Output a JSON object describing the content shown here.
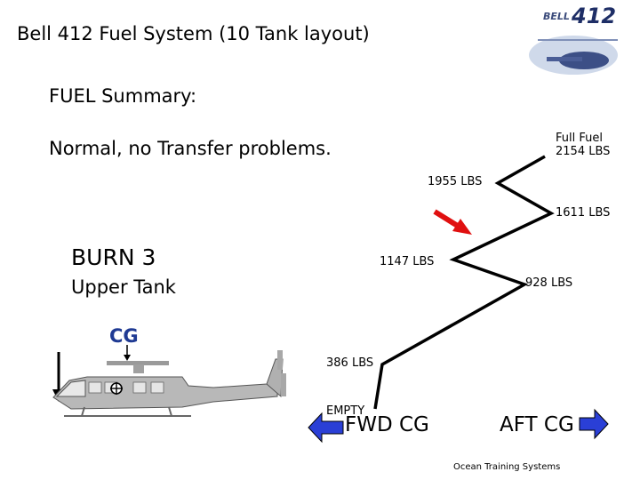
{
  "title": "Bell 412 Fuel System (10 Tank layout)",
  "summary_heading": "FUEL Summary:",
  "status_text": "Normal, no Transfer problems.",
  "fuel_points": {
    "full_line1": "Full Fuel",
    "full_line2": "2154 LBS",
    "p1955": "1955 LBS",
    "p1611": "1611 LBS",
    "p1147": "1147 LBS",
    "p928": "928 LBS",
    "p386": "386 LBS",
    "empty": "EMPTY"
  },
  "burn_stage": {
    "label": "BURN 3",
    "tank": "Upper Tank"
  },
  "cg_label": "CG",
  "fwd_cg_label": "FWD CG",
  "aft_cg_label": "AFT CG",
  "footer": "Ocean Training Systems",
  "logo_text": "412",
  "colors": {
    "cg_text": "#1f3a93",
    "arrow_blue": "#2a3fd6",
    "pointer_red": "#e01010",
    "helicopter_gray": "#b8b8b8"
  }
}
